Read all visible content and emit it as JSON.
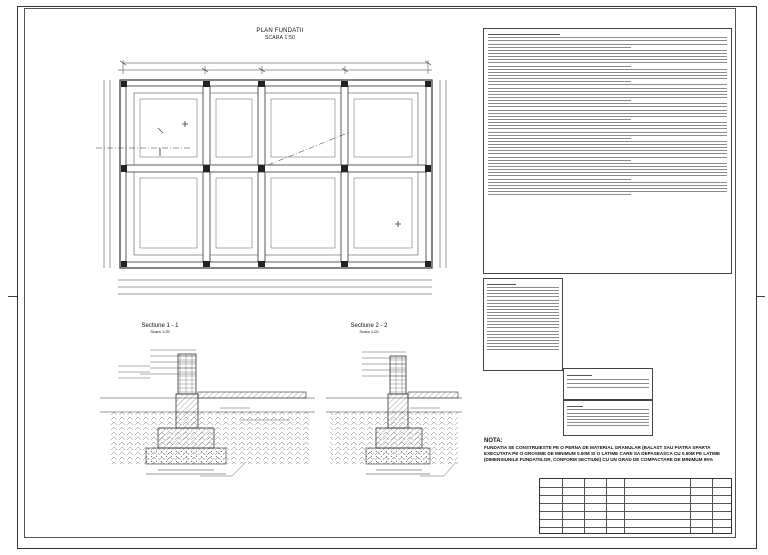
{
  "plan": {
    "title": "PLAN FUNDATII",
    "scale": "SCARA 1:50"
  },
  "sections": [
    {
      "title": "Sectiune 1 - 1",
      "scale": "Scara 1:25"
    },
    {
      "title": "Sectiune 2 - 2",
      "scale": "Scara 1:20"
    }
  ],
  "note": {
    "heading": "NOTA:",
    "body": "FUNDATIA SE CONSTRUIESTE PE O PERNA DE MATERIAL GRANULAR (BALAST SAU PIATRA SPARTA EXECUTATA PE O GROSIME DE MINIMUM 0.50M SI O LATIME CARE SA DEPASEASCA CU 0.50M PE LATIME (DIMENSIUNILE FUNDATIILOR, CONFORM SECTIUNI) CU UN GRAD DE COMPACTARE DE MINIMUM 95%"
  },
  "colors": {
    "line": "#333333",
    "hatch": "#555555"
  }
}
